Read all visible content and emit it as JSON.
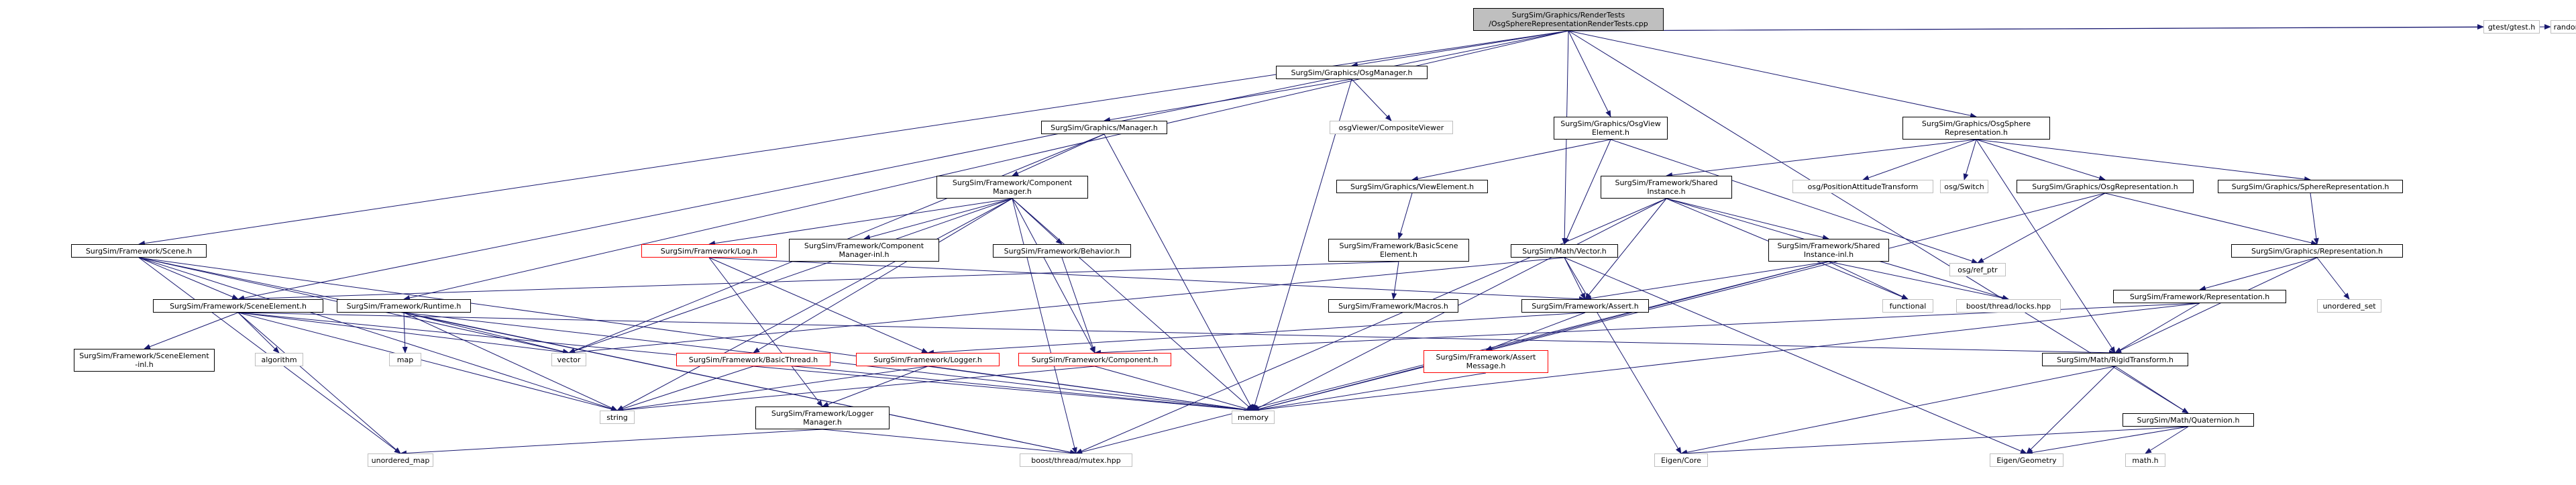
{
  "nodes": [
    {
      "id": "root",
      "label": "SurgSim/Graphics/RenderTests\n/OsgSphereRepresentationRenderTests.cpp",
      "style": "root"
    },
    {
      "id": "osgmanager",
      "label": "SurgSim/Graphics/OsgManager.h",
      "style": "normal"
    },
    {
      "id": "gtest",
      "label": "gtest/gtest.h",
      "style": "external"
    },
    {
      "id": "random",
      "label": "random",
      "style": "external"
    },
    {
      "id": "graphicsmanager",
      "label": "SurgSim/Graphics/Manager.h",
      "style": "normal"
    },
    {
      "id": "compositeviewer",
      "label": "osgViewer/CompositeViewer",
      "style": "external"
    },
    {
      "id": "osgviewelement",
      "label": "SurgSim/Graphics/OsgView\nElement.h",
      "style": "normal"
    },
    {
      "id": "osgsphererep",
      "label": "SurgSim/Graphics/OsgSphere\nRepresentation.h",
      "style": "normal"
    },
    {
      "id": "componentmanager",
      "label": "SurgSim/Framework/Component\nManager.h",
      "style": "normal"
    },
    {
      "id": "viewelement",
      "label": "SurgSim/Graphics/ViewElement.h",
      "style": "normal"
    },
    {
      "id": "sharedinstance",
      "label": "SurgSim/Framework/Shared\nInstance.h",
      "style": "normal"
    },
    {
      "id": "posattxform",
      "label": "osg/PositionAttitudeTransform",
      "style": "external"
    },
    {
      "id": "osgswitch",
      "label": "osg/Switch",
      "style": "external"
    },
    {
      "id": "osgrep",
      "label": "SurgSim/Graphics/OsgRepresentation.h",
      "style": "normal"
    },
    {
      "id": "spherrep",
      "label": "SurgSim/Graphics/SphereRepresentation.h",
      "style": "normal"
    },
    {
      "id": "scene",
      "label": "SurgSim/Framework/Scene.h",
      "style": "normal"
    },
    {
      "id": "log",
      "label": "SurgSim/Framework/Log.h",
      "style": "flagged"
    },
    {
      "id": "compmgrinl",
      "label": "SurgSim/Framework/Component\nManager-inl.h",
      "style": "normal"
    },
    {
      "id": "behavior",
      "label": "SurgSim/Framework/Behavior.h",
      "style": "normal"
    },
    {
      "id": "basicsceneelement",
      "label": "SurgSim/Framework/BasicScene\nElement.h",
      "style": "normal"
    },
    {
      "id": "vector",
      "label": "SurgSim/Math/Vector.h",
      "style": "normal"
    },
    {
      "id": "sharedinstanceinl",
      "label": "SurgSim/Framework/Shared\nInstance-inl.h",
      "style": "normal"
    },
    {
      "id": "osgrefptr",
      "label": "osg/ref_ptr",
      "style": "external"
    },
    {
      "id": "representation",
      "label": "SurgSim/Graphics/Representation.h",
      "style": "normal"
    },
    {
      "id": "sceneelement",
      "label": "SurgSim/Framework/SceneElement.h",
      "style": "normal"
    },
    {
      "id": "runtime",
      "label": "SurgSim/Framework/Runtime.h",
      "style": "normal"
    },
    {
      "id": "macros",
      "label": "SurgSim/Framework/Macros.h",
      "style": "normal"
    },
    {
      "id": "assert",
      "label": "SurgSim/Framework/Assert.h",
      "style": "normal"
    },
    {
      "id": "functional",
      "label": "functional",
      "style": "external"
    },
    {
      "id": "locks",
      "label": "boost/thread/locks.hpp",
      "style": "external"
    },
    {
      "id": "unorderedset",
      "label": "unordered_set",
      "style": "external"
    },
    {
      "id": "frameworkrep",
      "label": "SurgSim/Framework/Representation.h",
      "style": "normal"
    },
    {
      "id": "sceneelementinl",
      "label": "SurgSim/Framework/SceneElement\n-inl.h",
      "style": "normal"
    },
    {
      "id": "algorithm",
      "label": "algorithm",
      "style": "external"
    },
    {
      "id": "map",
      "label": "map",
      "style": "external"
    },
    {
      "id": "stdvector",
      "label": "vector",
      "style": "external"
    },
    {
      "id": "basicthread",
      "label": "SurgSim/Framework/BasicThread.h",
      "style": "flagged"
    },
    {
      "id": "logger",
      "label": "SurgSim/Framework/Logger.h",
      "style": "flagged"
    },
    {
      "id": "component",
      "label": "SurgSim/Framework/Component.h",
      "style": "flagged"
    },
    {
      "id": "assertmessage",
      "label": "SurgSim/Framework/Assert\nMessage.h",
      "style": "flagged"
    },
    {
      "id": "rigidtransform",
      "label": "SurgSim/Math/RigidTransform.h",
      "style": "normal"
    },
    {
      "id": "string",
      "label": "string",
      "style": "external"
    },
    {
      "id": "loggermanager",
      "label": "SurgSim/Framework/Logger\nManager.h",
      "style": "normal"
    },
    {
      "id": "memory",
      "label": "memory",
      "style": "external"
    },
    {
      "id": "quaternion",
      "label": "SurgSim/Math/Quaternion.h",
      "style": "normal"
    },
    {
      "id": "unorderedmap",
      "label": "unordered_map",
      "style": "external"
    },
    {
      "id": "mutex",
      "label": "boost/thread/mutex.hpp",
      "style": "external"
    },
    {
      "id": "eigencore",
      "label": "Eigen/Core",
      "style": "external"
    },
    {
      "id": "eigengeometry",
      "label": "Eigen/Geometry",
      "style": "external"
    },
    {
      "id": "mathh",
      "label": "math.h",
      "style": "external"
    }
  ],
  "edges": [
    [
      "root",
      "osgmanager"
    ],
    [
      "root",
      "gtest"
    ],
    [
      "root",
      "random"
    ],
    [
      "root",
      "osgviewelement"
    ],
    [
      "root",
      "osgsphererep"
    ],
    [
      "root",
      "scene"
    ],
    [
      "root",
      "sceneelement"
    ],
    [
      "root",
      "runtime"
    ],
    [
      "root",
      "vector"
    ],
    [
      "root",
      "quaternion"
    ],
    [
      "osgmanager",
      "graphicsmanager"
    ],
    [
      "osgmanager",
      "compositeviewer"
    ],
    [
      "osgmanager",
      "memory"
    ],
    [
      "graphicsmanager",
      "componentmanager"
    ],
    [
      "graphicsmanager",
      "stdvector"
    ],
    [
      "graphicsmanager",
      "memory"
    ],
    [
      "componentmanager",
      "log"
    ],
    [
      "componentmanager",
      "compmgrinl"
    ],
    [
      "componentmanager",
      "behavior"
    ],
    [
      "componentmanager",
      "basicthread"
    ],
    [
      "componentmanager",
      "component"
    ],
    [
      "componentmanager",
      "string"
    ],
    [
      "componentmanager",
      "stdvector"
    ],
    [
      "componentmanager",
      "memory"
    ],
    [
      "componentmanager",
      "mutex"
    ],
    [
      "osgviewelement",
      "viewelement"
    ],
    [
      "osgviewelement",
      "vector"
    ],
    [
      "osgviewelement",
      "osgrefptr"
    ],
    [
      "viewelement",
      "basicsceneelement"
    ],
    [
      "basicsceneelement",
      "sceneelement"
    ],
    [
      "basicsceneelement",
      "macros"
    ],
    [
      "osgsphererep",
      "sharedinstance"
    ],
    [
      "osgsphererep",
      "posattxform"
    ],
    [
      "osgsphererep",
      "osgswitch"
    ],
    [
      "osgsphererep",
      "osgrep"
    ],
    [
      "osgsphererep",
      "spherrep"
    ],
    [
      "osgsphererep",
      "rigidtransform"
    ],
    [
      "sharedinstance",
      "sharedinstanceinl"
    ],
    [
      "sharedinstance",
      "assert"
    ],
    [
      "sharedinstance",
      "functional"
    ],
    [
      "sharedinstance",
      "locks"
    ],
    [
      "sharedinstance",
      "memory"
    ],
    [
      "sharedinstance",
      "mutex"
    ],
    [
      "sharedinstanceinl",
      "assert"
    ],
    [
      "sharedinstanceinl",
      "functional"
    ],
    [
      "sharedinstanceinl",
      "locks"
    ],
    [
      "sharedinstanceinl",
      "memory"
    ],
    [
      "sharedinstanceinl",
      "mutex"
    ],
    [
      "osgrep",
      "representation"
    ],
    [
      "osgrep",
      "osgrefptr"
    ],
    [
      "osgrep",
      "memory"
    ],
    [
      "spherrep",
      "representation"
    ],
    [
      "representation",
      "frameworkrep"
    ],
    [
      "representation",
      "unorderedset"
    ],
    [
      "representation",
      "rigidtransform"
    ],
    [
      "frameworkrep",
      "rigidtransform"
    ],
    [
      "frameworkrep",
      "component"
    ],
    [
      "frameworkrep",
      "memory"
    ],
    [
      "scene",
      "sceneelement"
    ],
    [
      "scene",
      "stdvector"
    ],
    [
      "scene",
      "memory"
    ],
    [
      "scene",
      "string"
    ],
    [
      "scene",
      "unorderedmap"
    ],
    [
      "scene",
      "mutex"
    ],
    [
      "sceneelement",
      "sceneelementinl"
    ],
    [
      "sceneelement",
      "algorithm"
    ],
    [
      "sceneelement",
      "stdvector"
    ],
    [
      "sceneelement",
      "string"
    ],
    [
      "sceneelement",
      "memory"
    ],
    [
      "sceneelement",
      "rigidtransform"
    ],
    [
      "sceneelement",
      "unorderedmap"
    ],
    [
      "runtime",
      "map"
    ],
    [
      "runtime",
      "stdvector"
    ],
    [
      "runtime",
      "string"
    ],
    [
      "runtime",
      "memory"
    ],
    [
      "runtime",
      "mutex"
    ],
    [
      "log",
      "logger"
    ],
    [
      "log",
      "loggermanager"
    ],
    [
      "log",
      "assert"
    ],
    [
      "behavior",
      "component"
    ],
    [
      "vector",
      "assert"
    ],
    [
      "vector",
      "eigencore"
    ],
    [
      "vector",
      "eigengeometry"
    ],
    [
      "vector",
      "stdvector"
    ],
    [
      "assert",
      "logger"
    ],
    [
      "assert",
      "assertmessage"
    ],
    [
      "assertmessage",
      "memory"
    ],
    [
      "basicthread",
      "string"
    ],
    [
      "basicthread",
      "memory"
    ],
    [
      "logger",
      "loggermanager"
    ],
    [
      "logger",
      "string"
    ],
    [
      "logger",
      "memory"
    ],
    [
      "component",
      "string"
    ],
    [
      "component",
      "memory"
    ],
    [
      "loggermanager",
      "unorderedmap"
    ],
    [
      "loggermanager",
      "mutex"
    ],
    [
      "rigidtransform",
      "quaternion"
    ],
    [
      "rigidtransform",
      "eigencore"
    ],
    [
      "rigidtransform",
      "eigengeometry"
    ],
    [
      "quaternion",
      "eigencore"
    ],
    [
      "quaternion",
      "eigengeometry"
    ],
    [
      "quaternion",
      "mathh"
    ]
  ],
  "colors": {
    "edge": "#191970",
    "root_fill": "#bfbfbf",
    "border": "#000000",
    "external_border": "#bfbfbf",
    "flagged_border": "#ff0000"
  }
}
